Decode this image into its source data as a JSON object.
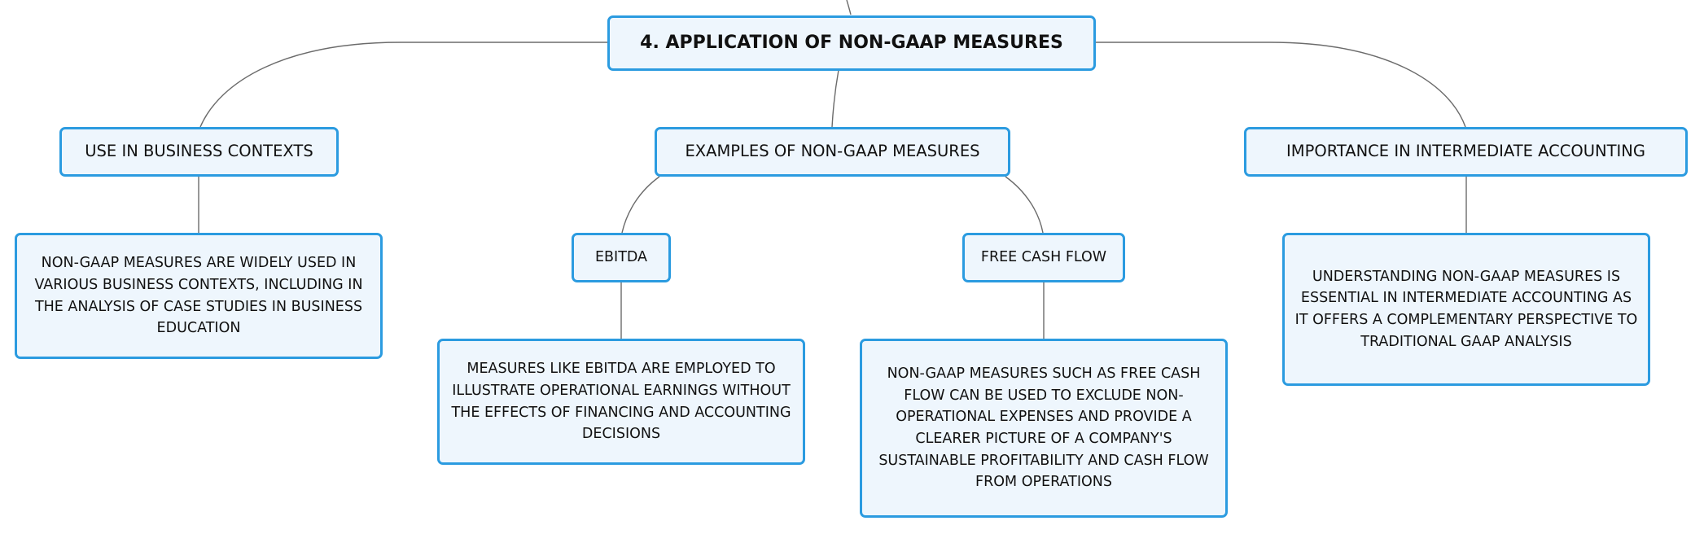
{
  "diagram": {
    "root": {
      "label": "4. APPLICATION OF NON-GAAP MEASURES"
    },
    "branches": [
      {
        "label": "USE IN BUSINESS CONTEXTS",
        "description": "NON-GAAP MEASURES ARE WIDELY USED IN VARIOUS BUSINESS CONTEXTS, INCLUDING IN THE ANALYSIS OF CASE STUDIES IN BUSINESS EDUCATION"
      },
      {
        "label": "EXAMPLES OF NON-GAAP MEASURES",
        "children": [
          {
            "label": "EBITDA",
            "description": "MEASURES LIKE EBITDA ARE EMPLOYED TO ILLUSTRATE OPERATIONAL EARNINGS WITHOUT THE EFFECTS OF FINANCING AND ACCOUNTING DECISIONS"
          },
          {
            "label": "FREE CASH FLOW",
            "description": "NON-GAAP MEASURES SUCH AS FREE CASH FLOW CAN BE USED TO EXCLUDE NON-OPERATIONAL EXPENSES AND PROVIDE A CLEARER PICTURE OF A COMPANY'S SUSTAINABLE PROFITABILITY AND CASH FLOW FROM OPERATIONS"
          }
        ]
      },
      {
        "label": "IMPORTANCE IN INTERMEDIATE ACCOUNTING",
        "description": "UNDERSTANDING NON-GAAP MEASURES IS ESSENTIAL IN INTERMEDIATE ACCOUNTING AS IT OFFERS A COMPLEMENTARY PERSPECTIVE TO TRADITIONAL GAAP ANALYSIS"
      }
    ]
  },
  "colors": {
    "node_border": "#2b9be0",
    "node_fill": "#eef6fd",
    "connector": "#6b6b6b",
    "text": "#111111"
  }
}
